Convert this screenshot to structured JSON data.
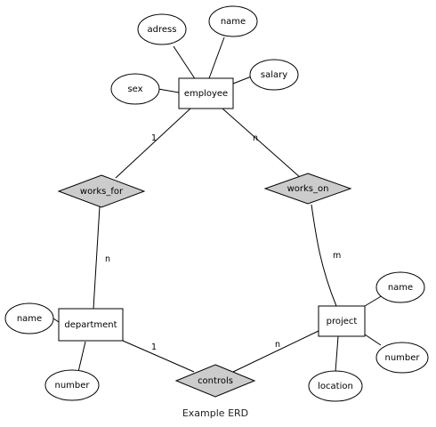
{
  "caption": "Example ERD",
  "entities": {
    "employee": "employee",
    "department": "department",
    "project": "project"
  },
  "relationships": {
    "works_for": "works_for",
    "works_on": "works_on",
    "controls": "controls"
  },
  "attributes": {
    "employee_adress": "adress",
    "employee_name": "name",
    "employee_salary": "salary",
    "employee_sex": "sex",
    "department_name": "name",
    "department_number": "number",
    "project_name": "name",
    "project_number": "number",
    "project_location": "location"
  },
  "cardinalities": {
    "employee_works_for": "1",
    "works_for_department": "n",
    "employee_works_on": "n",
    "works_on_project": "m",
    "department_controls": "1",
    "controls_project": "n"
  },
  "colors": {
    "relationship_fill": "#cccccc",
    "line": "#000000",
    "background": "#ffffff"
  }
}
